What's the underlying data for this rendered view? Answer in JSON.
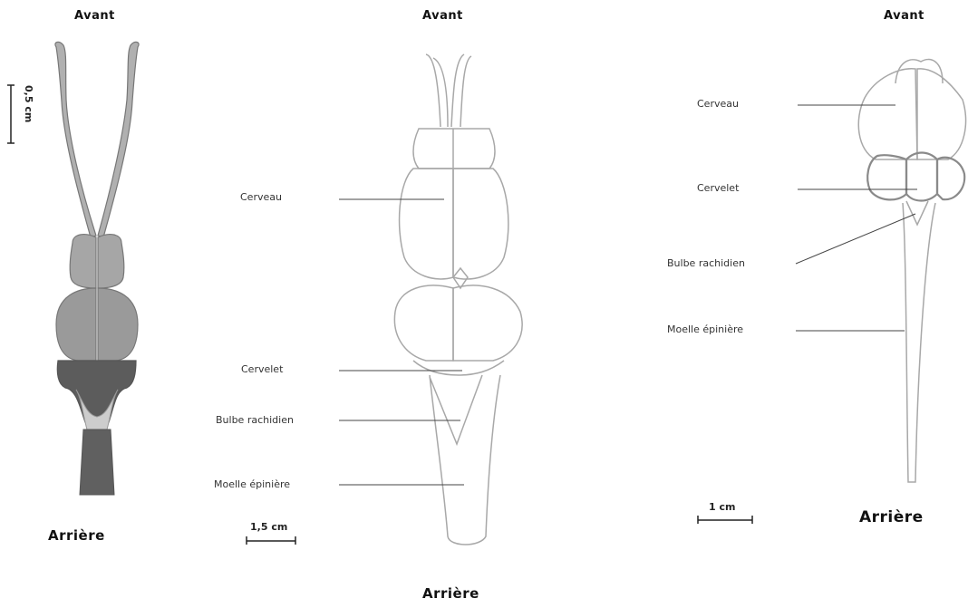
{
  "panels": [
    {
      "top": "Avant",
      "bottom": "Arrière",
      "scale": "0,5 cm"
    },
    {
      "top": "Avant",
      "bottom": "Arrière",
      "scale": "1,5 cm",
      "labels": {
        "brain": "Cerveau",
        "cerebellum": "Cervelet",
        "medulla": "Bulbe rachidien",
        "spinal": "Moelle épinière"
      }
    },
    {
      "top": "Avant",
      "bottom": "Arrière",
      "scale": "1 cm",
      "labels": {
        "brain": "Cerveau",
        "cerebellum": "Cervelet",
        "medulla": "Bulbe rachidien",
        "spinal": "Moelle épinière"
      }
    }
  ],
  "colors": {
    "stroke": "#999999",
    "hemisphere_fill": "#9c9c9c",
    "dark_fill": "#5a5a5a",
    "light_fill": "#c8c8c8"
  }
}
